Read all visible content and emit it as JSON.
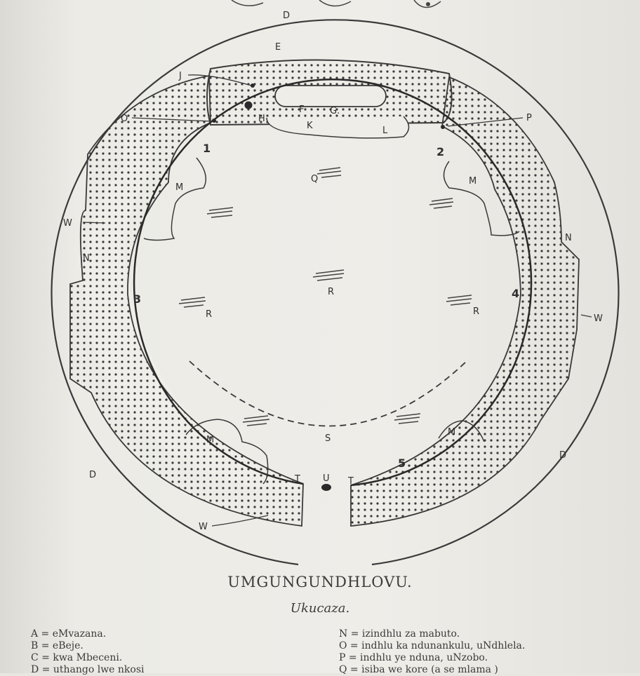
{
  "diagram": {
    "labels": {
      "D_top": "D",
      "E": "E",
      "J": "J",
      "O": "O",
      "H": "H",
      "F": "F",
      "G": "G.",
      "K": "K",
      "L": "L",
      "P": "P",
      "Q": "Q",
      "M1": "M",
      "M2": "M",
      "M3": "M",
      "M4": "M",
      "W1": "W",
      "W2": "W",
      "W3": "W",
      "N1": "N",
      "N2": "N",
      "R1": "R",
      "R2": "R",
      "R3": "R",
      "S": "S",
      "T1": "T",
      "U": "U",
      "T2": "T",
      "D_left": "D",
      "D_right": "D",
      "n1": "1",
      "n2": "2",
      "n3": "3",
      "n4": "4",
      "n5": "5"
    }
  },
  "caption": {
    "title": "UMGUNGUNDHLOVU.",
    "subtitle": "Ukucaza."
  },
  "legend": {
    "left": [
      "A = eMvazana.",
      "B = eBeje.",
      "C = kwa Mbeceni.",
      "D = uthango lwe nkosi"
    ],
    "right": [
      "N = izindhlu za mabuto.",
      "O = indhlu ka ndunankulu, uNdhlela.",
      "P = indhlu ye nduna, uNzobo.",
      "Q = isiba we kore (a se mlama )"
    ]
  }
}
